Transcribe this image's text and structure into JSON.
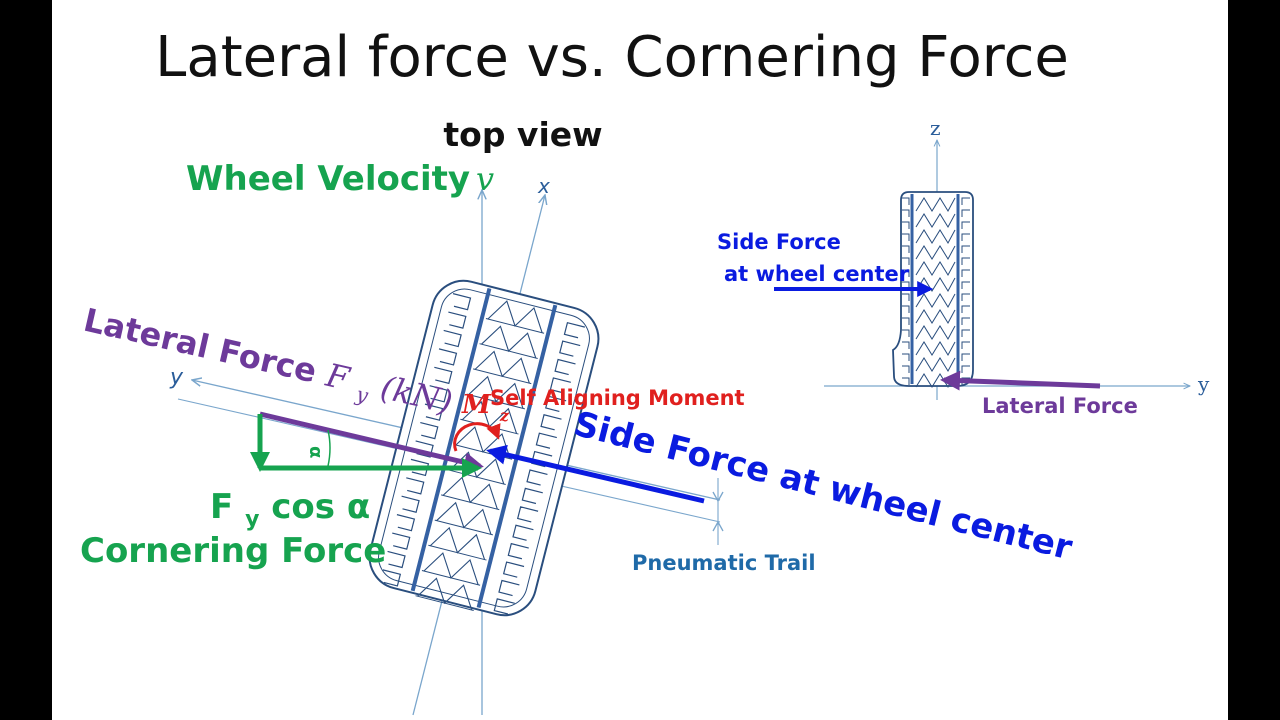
{
  "title": "Lateral force vs. Cornering Force",
  "top_view_label": "top view",
  "wheel_velocity": {
    "label": "Wheel Velocity",
    "symbol": "v"
  },
  "axes": {
    "x": "x",
    "y": "y",
    "z": "z",
    "y_side": "y"
  },
  "lateral_force": {
    "label": "Lateral Force ",
    "symbol": "F",
    "subscript": "y",
    "unit": "(kN)"
  },
  "self_aligning_moment": {
    "label": "Self Aligning Moment",
    "symbol": "M",
    "subscript": "z"
  },
  "side_force_label": "Side Force at wheel center",
  "angle_symbol": "α",
  "cornering_formula": {
    "symbol": "F",
    "subscript": "y",
    "rest": " cos α"
  },
  "cornering_force_label": "Cornering Force",
  "pneumatic_trail_label": "Pneumatic Trail",
  "side_view": {
    "side_force_line1": "Side Force",
    "side_force_line2": "at wheel center",
    "lateral_force_label": "Lateral Force"
  },
  "colors": {
    "green": "#16a34f",
    "purple": "#6d3a9a",
    "blue": "#0a1be0",
    "red": "#e0201e",
    "axis": "#7aa6cc",
    "tire": "#2a4e7e",
    "axis_text": "#2a5d9a",
    "trail_text": "#1f6aa8"
  }
}
